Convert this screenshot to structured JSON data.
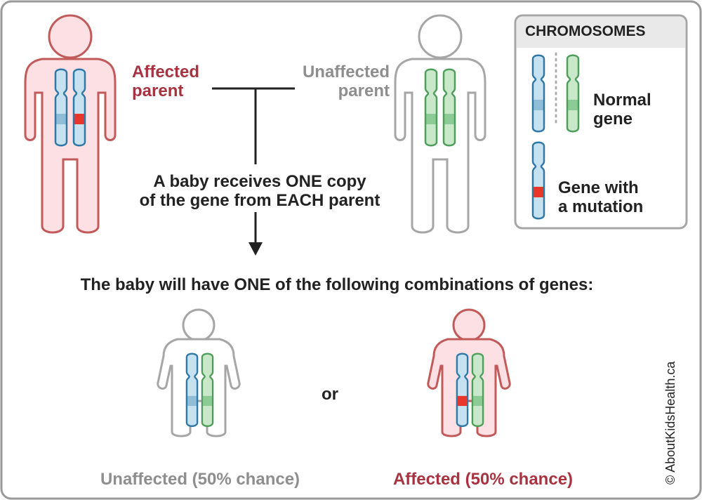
{
  "parents": {
    "affected_label": [
      "Affected",
      "parent"
    ],
    "unaffected_label": [
      "Unaffected",
      "parent"
    ]
  },
  "inheritance_note": [
    "A baby receives ONE copy",
    "of the gene from EACH parent"
  ],
  "combinations_heading": "The baby will have ONE of the following combinations of genes:",
  "connector_word": "or",
  "outcomes": {
    "unaffected": "Unaffected (50% chance)",
    "affected": "Affected (50% chance)"
  },
  "legend": {
    "title": "CHROMOSOMES",
    "normal_gene": [
      "Normal",
      "gene"
    ],
    "mutation_gene": [
      "Gene with",
      "a mutation"
    ]
  },
  "copyright": "© AboutKidsHealth.ca",
  "colors": {
    "affected_fill": "#fde0e3",
    "affected_outline": "#c25a5a",
    "affected_text": "#a83340",
    "unaffected_outline": "#a6a6a6",
    "unaffected_text": "#8e8e8e",
    "blue_chromosome": "#c6e2f1",
    "blue_outline": "#2f79a8",
    "green_chromosome": "#c9e8c9",
    "green_outline": "#4f9e5c",
    "mutation_red": "#e8362a",
    "legend_header_bg": "#e9e9e9"
  }
}
